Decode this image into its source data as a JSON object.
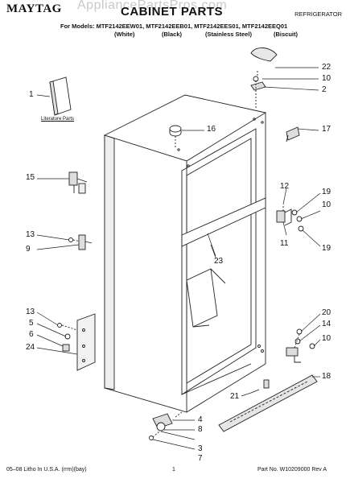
{
  "header": {
    "brand": "MAYTAG",
    "title": "CABINET PARTS",
    "watermark": "AppliancePartsPros.com",
    "category": "REFRIGERATOR",
    "models_line": "For Models: MTF2142EEW01, MTF2142EEB01, MTF2142EES01, MTF2142EEQ01",
    "variants": [
      "(White)",
      "(Black)",
      "(Stainless Steel)",
      "(Biscuit)"
    ]
  },
  "labels": {
    "literature": "Literature Parts"
  },
  "callouts": [
    "1",
    "2",
    "3",
    "4",
    "5",
    "6",
    "7",
    "8",
    "9",
    "10",
    "10",
    "10",
    "11",
    "12",
    "13",
    "13",
    "14",
    "15",
    "16",
    "17",
    "18",
    "19",
    "19",
    "20",
    "21",
    "22",
    "23",
    "24"
  ],
  "footer": {
    "litho": "05–08 Litho In U.S.A. (rrm)(bay)",
    "page": "1",
    "part_no": "Part No. W10209000 Rev A"
  }
}
